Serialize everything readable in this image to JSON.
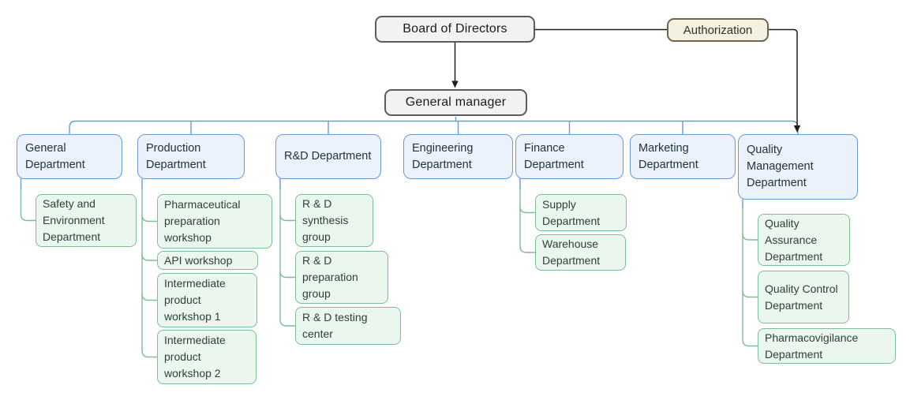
{
  "diagram_type": "org-chart",
  "root": {
    "label": "Board of Directors"
  },
  "authorization": {
    "label": "Authorization"
  },
  "manager": {
    "label": "General manager"
  },
  "departments": [
    {
      "label": "General Department",
      "children": [
        {
          "label": "Safety and Environment Department"
        }
      ]
    },
    {
      "label": "Production Department",
      "children": [
        {
          "label": "Pharmaceutical preparation workshop"
        },
        {
          "label": "API workshop"
        },
        {
          "label": "Intermediate product workshop 1"
        },
        {
          "label": "Intermediate product workshop 2"
        }
      ]
    },
    {
      "label": "R&D Department",
      "children": [
        {
          "label": "R & D synthesis group"
        },
        {
          "label": "R & D preparation group"
        },
        {
          "label": "R & D testing center"
        }
      ]
    },
    {
      "label": "Engineering Department",
      "children": []
    },
    {
      "label": "Finance Department",
      "children": [
        {
          "label": "Supply Department"
        },
        {
          "label": "Warehouse Department"
        }
      ]
    },
    {
      "label": "Marketing Department",
      "children": []
    },
    {
      "label": "Quality Management Department",
      "children": [
        {
          "label": "Quality Assurance Department"
        },
        {
          "label": "Quality Control Department"
        },
        {
          "label": "Pharmacovigilance Department"
        }
      ]
    }
  ],
  "colors": {
    "gray_fill": "#f2f2f2",
    "gray_border": "#5b5b5b",
    "beige_fill": "#f4f1e1",
    "beige_border": "#6b684f",
    "blue_fill": "#ecf2fb",
    "blue_border": "#6a9ad0",
    "green_fill": "#eaf6ee",
    "green_border": "#7fbd93",
    "line_black": "#1d1d1d",
    "line_blue": "#6a9ad0",
    "line_green": "#7fbd93"
  }
}
